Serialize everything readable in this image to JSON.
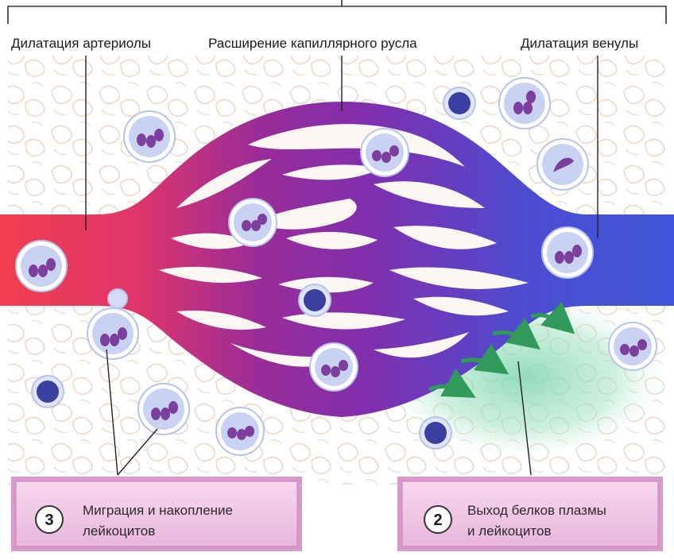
{
  "labels": {
    "arteriole": "Дилатация артериолы",
    "capillary_bed": "Расширение капиллярного русла",
    "venule": "Дилатация венулы"
  },
  "callouts": [
    {
      "number": "3",
      "line1": "Миграция и накопление",
      "line2": "лейкоцитов"
    },
    {
      "number": "2",
      "line1": "Выход белков плазмы",
      "line2": "и лейкоцитов"
    }
  ],
  "colors": {
    "arteriole": "#f0424e",
    "capillary": "#7a2aa6",
    "venule": "#3e4fd6",
    "box_fill": "#f2c6e6",
    "exudate": "#8fd9b8",
    "arrow": "#3bb06a",
    "cell_fill": "#c9d2f2",
    "nucleus": "#7c3f9e",
    "lymphocyte": "#3a3fa0"
  }
}
